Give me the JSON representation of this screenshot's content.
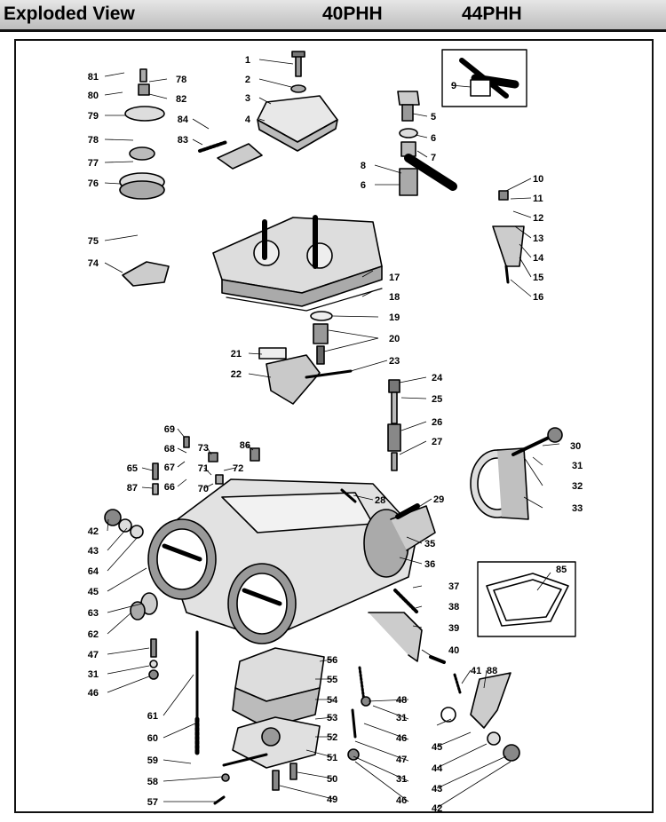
{
  "header": {
    "title": "Exploded View",
    "model_1": "40PHH",
    "model_2": "44PHH"
  },
  "callouts": [
    "1",
    "2",
    "3",
    "4",
    "5",
    "6",
    "6",
    "7",
    "8",
    "9",
    "10",
    "11",
    "12",
    "13",
    "14",
    "15",
    "16",
    "17",
    "18",
    "19",
    "20",
    "21",
    "22",
    "23",
    "24",
    "25",
    "26",
    "27",
    "28",
    "29",
    "30",
    "31",
    "31",
    "31",
    "31",
    "32",
    "33",
    "35",
    "36",
    "37",
    "38",
    "39",
    "40",
    "41",
    "42",
    "42",
    "43",
    "43",
    "44",
    "45",
    "45",
    "46",
    "46",
    "46",
    "46",
    "47",
    "47",
    "47",
    "48",
    "49",
    "50",
    "51",
    "52",
    "53",
    "54",
    "55",
    "56",
    "57",
    "58",
    "59",
    "60",
    "61",
    "62",
    "63",
    "64",
    "65",
    "66",
    "67",
    "68",
    "69",
    "70",
    "71",
    "72",
    "73",
    "74",
    "75",
    "76",
    "77",
    "78",
    "78",
    "79",
    "80",
    "81",
    "82",
    "83",
    "84",
    "85",
    "86",
    "87",
    "88"
  ]
}
